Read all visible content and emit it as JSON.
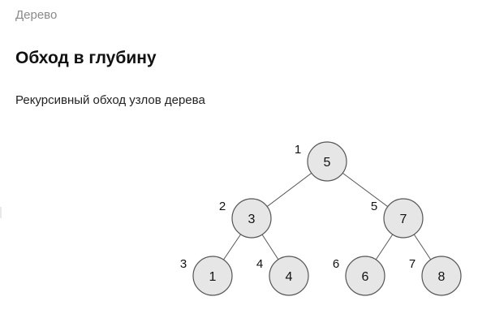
{
  "breadcrumb": "Дерево",
  "title": "Обход в глубину",
  "subtitle": "Рекурсивный обход узлов дерева",
  "tree": {
    "nodes": [
      {
        "id": "n5",
        "value": "5",
        "order": "1"
      },
      {
        "id": "n3",
        "value": "3",
        "order": "2"
      },
      {
        "id": "n7",
        "value": "7",
        "order": "5"
      },
      {
        "id": "n1",
        "value": "1",
        "order": "3"
      },
      {
        "id": "n4",
        "value": "4",
        "order": "4"
      },
      {
        "id": "n6",
        "value": "6",
        "order": "6"
      },
      {
        "id": "n8",
        "value": "8",
        "order": "7"
      }
    ],
    "edges": [
      {
        "from": "n5",
        "to": "n3"
      },
      {
        "from": "n5",
        "to": "n7"
      },
      {
        "from": "n3",
        "to": "n1"
      },
      {
        "from": "n3",
        "to": "n4"
      },
      {
        "from": "n7",
        "to": "n6"
      },
      {
        "from": "n7",
        "to": "n8"
      }
    ]
  }
}
